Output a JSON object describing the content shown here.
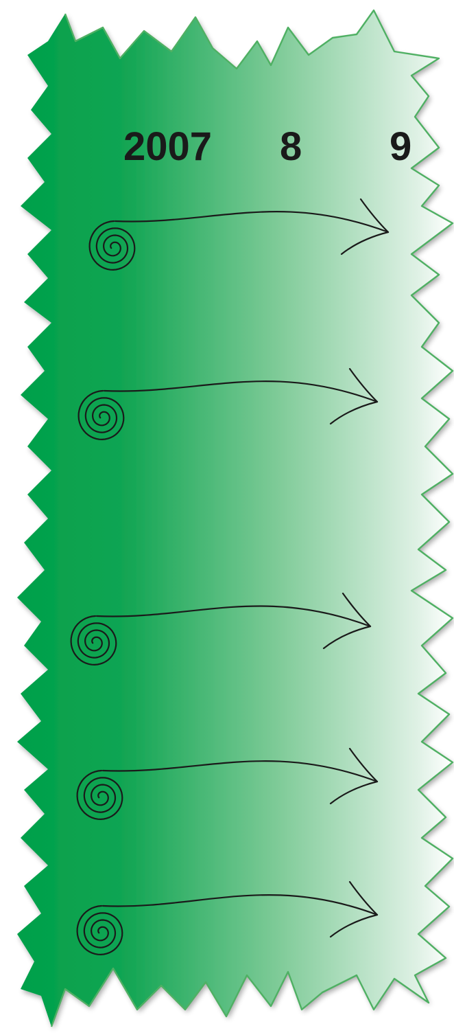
{
  "header": {
    "year_label": "2007",
    "month_label_1": "8",
    "month_label_2": "9"
  },
  "rows": [
    {
      "id": "row-1"
    },
    {
      "id": "row-2"
    },
    {
      "id": "row-3"
    },
    {
      "id": "row-4"
    },
    {
      "id": "row-5"
    }
  ],
  "colors": {
    "accent_green": "#00a04a",
    "border_green": "#4fb063",
    "ink": "#1a1a1a",
    "paper": "#ffffff"
  },
  "icons": {
    "row_marker": "spiral-arrow-icon"
  }
}
